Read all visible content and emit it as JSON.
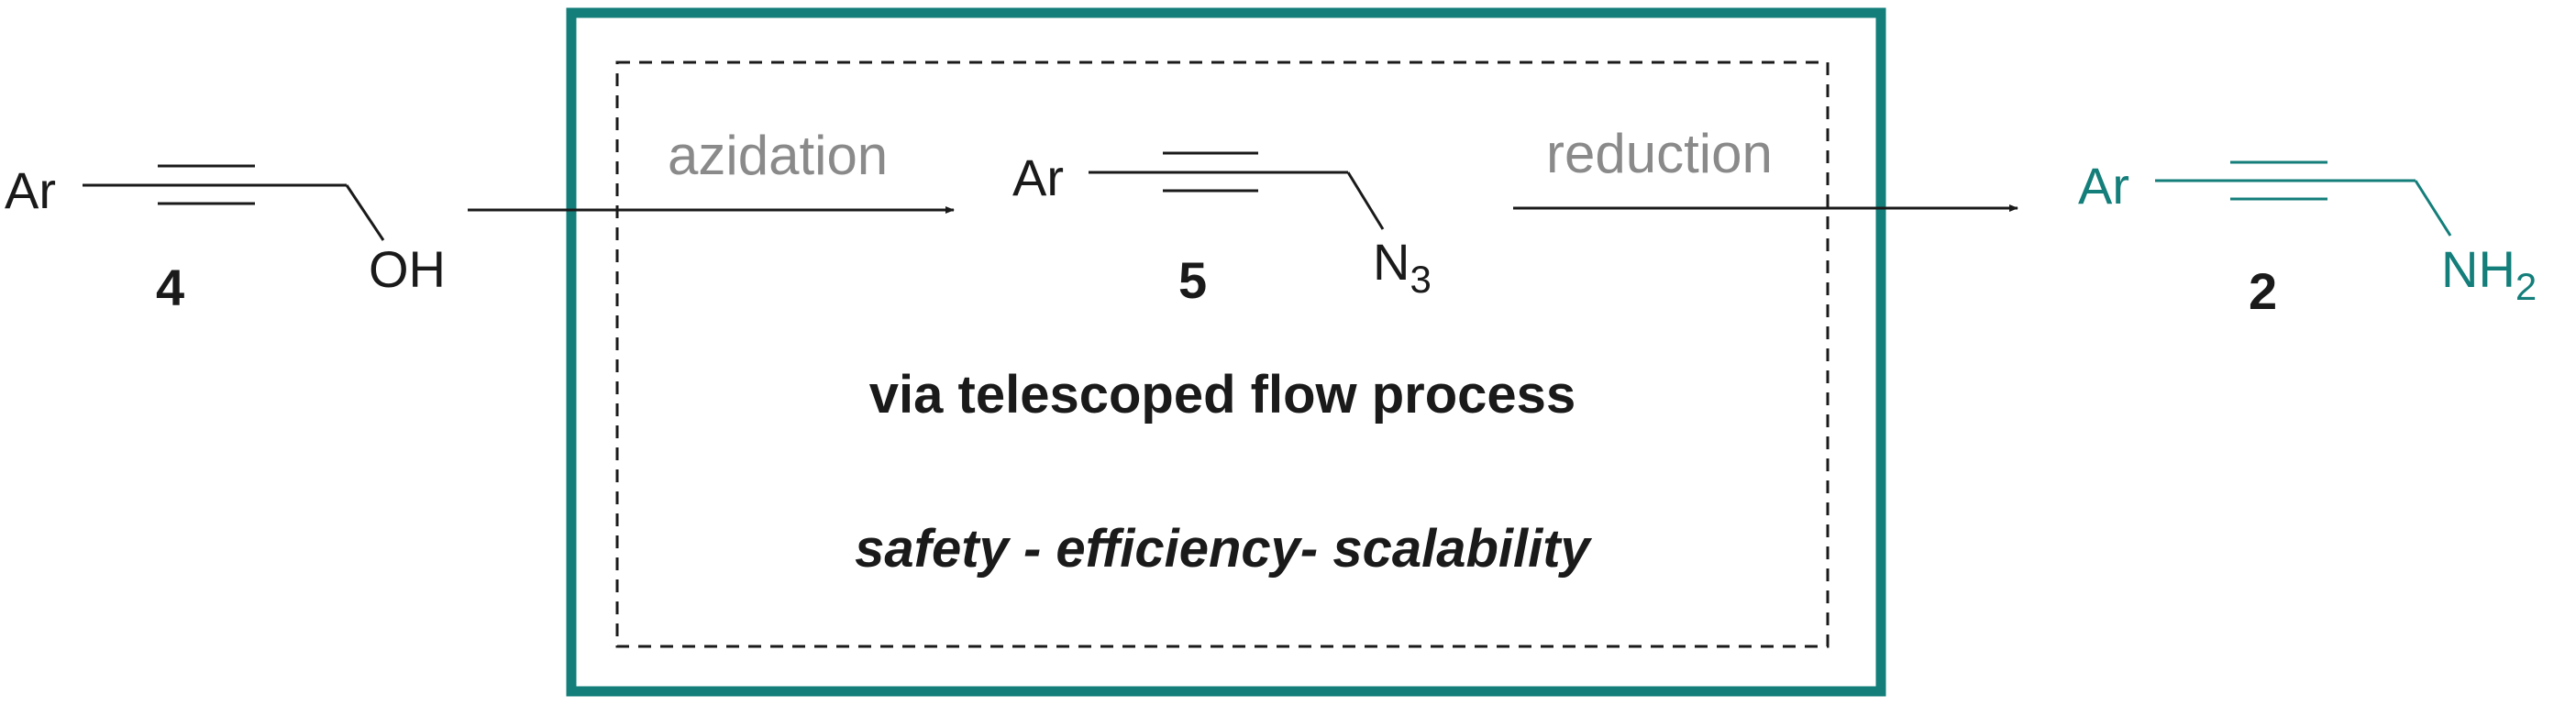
{
  "colors": {
    "frame": "#137e7a",
    "product": "#137e7a",
    "arrow_label": "#8a8a8a",
    "ink": "#1a1a1a"
  },
  "start_material": {
    "aryl": "Ar",
    "group": "OH",
    "label": "4"
  },
  "intermediate": {
    "aryl": "Ar",
    "group_symbol": "N",
    "group_subscript": "3",
    "label": "5"
  },
  "product": {
    "aryl": "Ar",
    "group_symbol": "NH",
    "group_subscript": "2",
    "label": "2"
  },
  "arrows": {
    "step1": "azidation",
    "step2": "reduction"
  },
  "box": {
    "line1": "via telescoped flow process",
    "line2": "safety - efficiency- scalability"
  }
}
